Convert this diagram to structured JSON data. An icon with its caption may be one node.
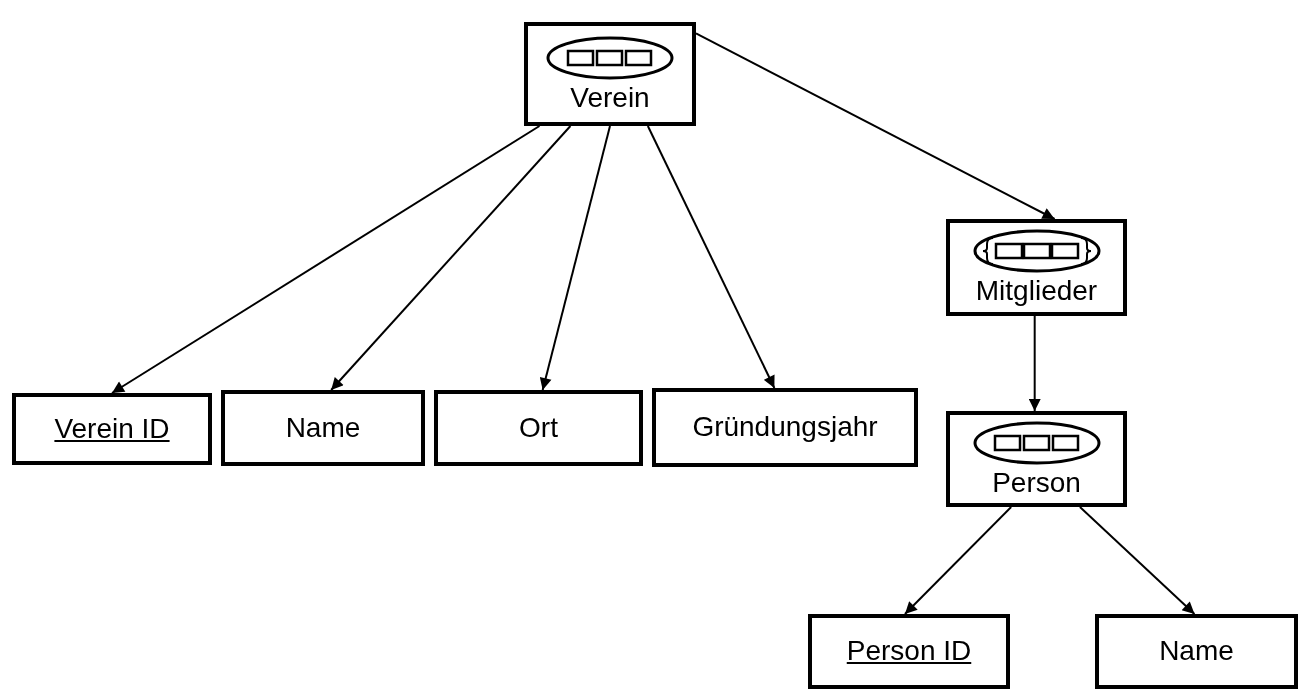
{
  "diagram": {
    "nodes": [
      {
        "text": [
          "Verein"
        ]
      },
      {
        "text": [
          "Mitglieder"
        ]
      },
      {
        "text": [
          "Verein ID"
        ]
      },
      {
        "text": [
          "Name"
        ]
      },
      {
        "text": [
          "Ort"
        ]
      },
      {
        "text": [
          "Gründungsjahr"
        ]
      },
      {
        "text": [
          "Person"
        ]
      },
      {
        "text": [
          "Person ID"
        ]
      },
      {
        "text": [
          "Name"
        ]
      }
    ],
    "edges": [
      {
        "from": 0,
        "to": 2,
        "arrow": "to"
      },
      {
        "from": 0,
        "to": 3,
        "arrow": "to"
      },
      {
        "from": 0,
        "to": 4,
        "arrow": "to"
      },
      {
        "from": 0,
        "to": 5,
        "arrow": "to"
      },
      {
        "from": 0,
        "to": 1,
        "arrow": "to"
      },
      {
        "from": 1,
        "to": 6,
        "arrow": "to"
      },
      {
        "from": 6,
        "to": 7,
        "arrow": "to"
      },
      {
        "from": 6,
        "to": 8,
        "arrow": "to"
      }
    ]
  }
}
